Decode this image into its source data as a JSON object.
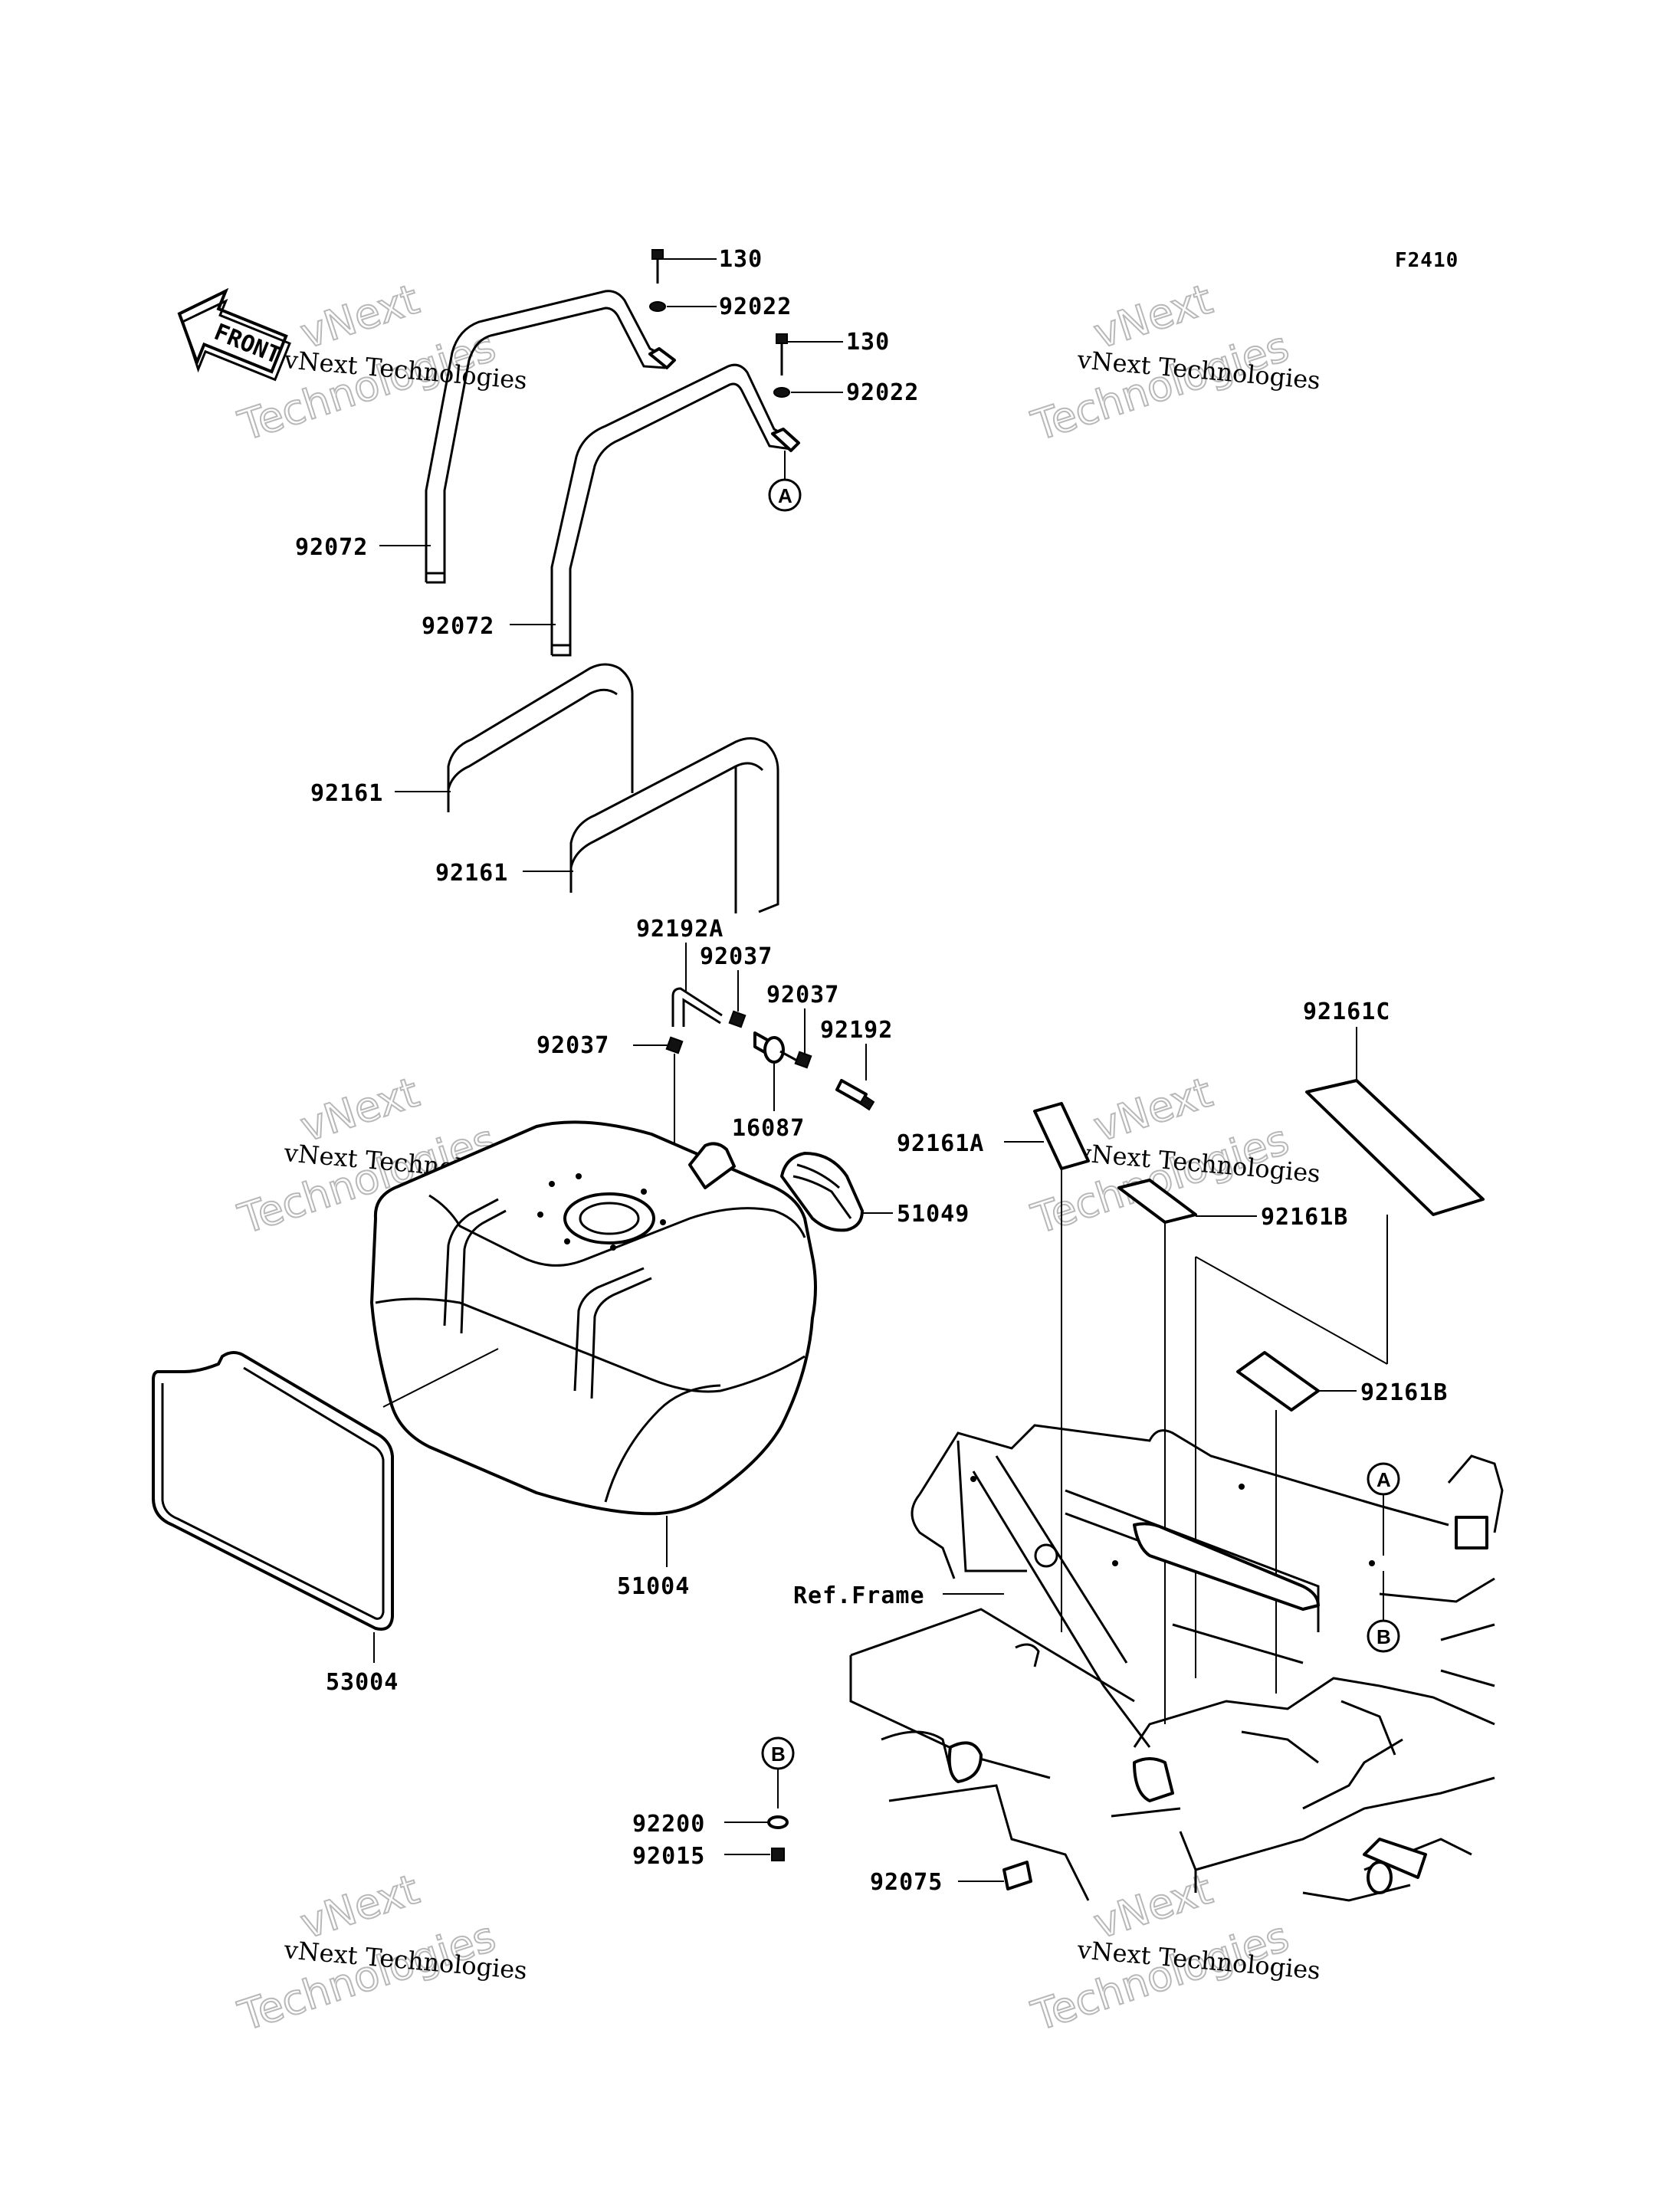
{
  "diagram": {
    "code": "F2410",
    "front_label": "FRONT",
    "reference_label": "Ref.Frame",
    "watermark": {
      "line1": "vNext Technologies",
      "line2": "vNext",
      "line3": "Technologies"
    },
    "callouts": {
      "a": "A",
      "b": "B"
    },
    "parts": {
      "p130_1": "130",
      "p92022_1": "92022",
      "p130_2": "130",
      "p92022_2": "92022",
      "p92072_1": "92072",
      "p92072_2": "92072",
      "p92161_1": "92161",
      "p92161_2": "92161",
      "p92192A": "92192A",
      "p92037_1": "92037",
      "p92037_2": "92037",
      "p92037_3": "92037",
      "p92192": "92192",
      "p16087": "16087",
      "p51049": "51049",
      "p51004": "51004",
      "p53004": "53004",
      "p92161C": "92161C",
      "p92161A": "92161A",
      "p92161B_1": "92161B",
      "p92161B_2": "92161B",
      "p92200": "92200",
      "p92015": "92015",
      "p92075": "92075"
    }
  }
}
